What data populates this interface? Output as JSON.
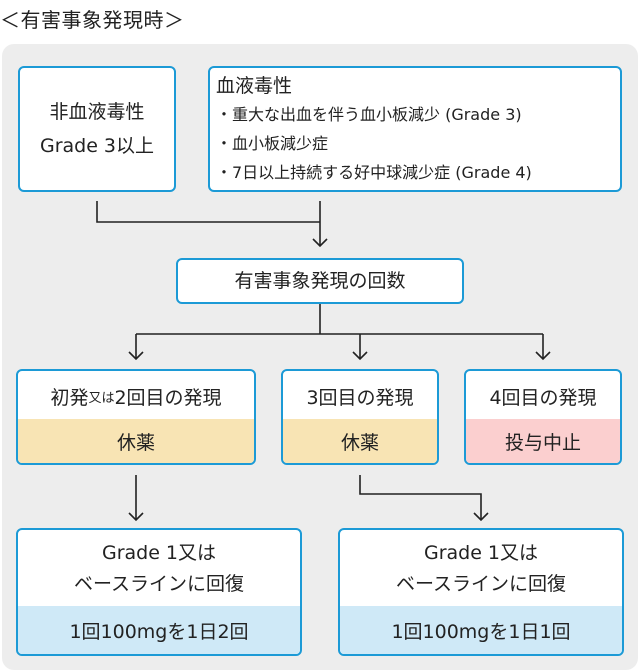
{
  "heading": "＜有害事象発現時＞",
  "non_hem": {
    "line1": "非血液毒性",
    "line2": "Grade 3以上"
  },
  "hem": {
    "title": "血液毒性",
    "items": [
      "・重大な出血を伴う血小板減少 (Grade 3)",
      "・血小板減少症",
      "・7日以上持続する好中球減少症 (Grade 4)"
    ]
  },
  "occurrence": "有害事象発現の回数",
  "col1": {
    "head_a": "初発",
    "head_small": "又は",
    "head_b": "2回目の発現",
    "action": "休薬"
  },
  "col2": {
    "head": "3回目の発現",
    "action": "休薬"
  },
  "col3": {
    "head": "4回目の発現",
    "action": "投与中止"
  },
  "rec1": {
    "line1": "Grade 1又は",
    "line2": "ベースラインに回復",
    "dose": "1回100mgを1日2回"
  },
  "rec2": {
    "line1": "Grade 1又は",
    "line2": "ベースラインに回復",
    "dose": "1回100mgを1日1回"
  },
  "colors": {
    "border": "#1c9ad6",
    "panel": "#ededed",
    "hold": "#f8e4b4",
    "stop": "#fbcfcf",
    "dose": "#cfe9f7"
  }
}
